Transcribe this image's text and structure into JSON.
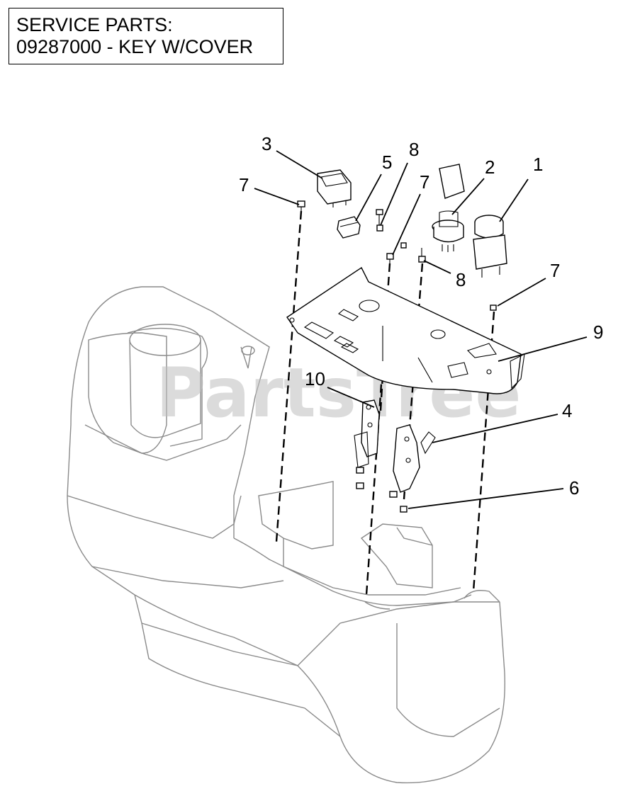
{
  "service_box": {
    "line1": "SERVICE PARTS:",
    "line2": "09287000 - KEY W/COVER"
  },
  "watermark": "PartsTree",
  "callouts": [
    "3",
    "5",
    "8",
    "7",
    "2",
    "1",
    "7",
    "8",
    "7",
    "9",
    "10",
    "4",
    "6"
  ]
}
